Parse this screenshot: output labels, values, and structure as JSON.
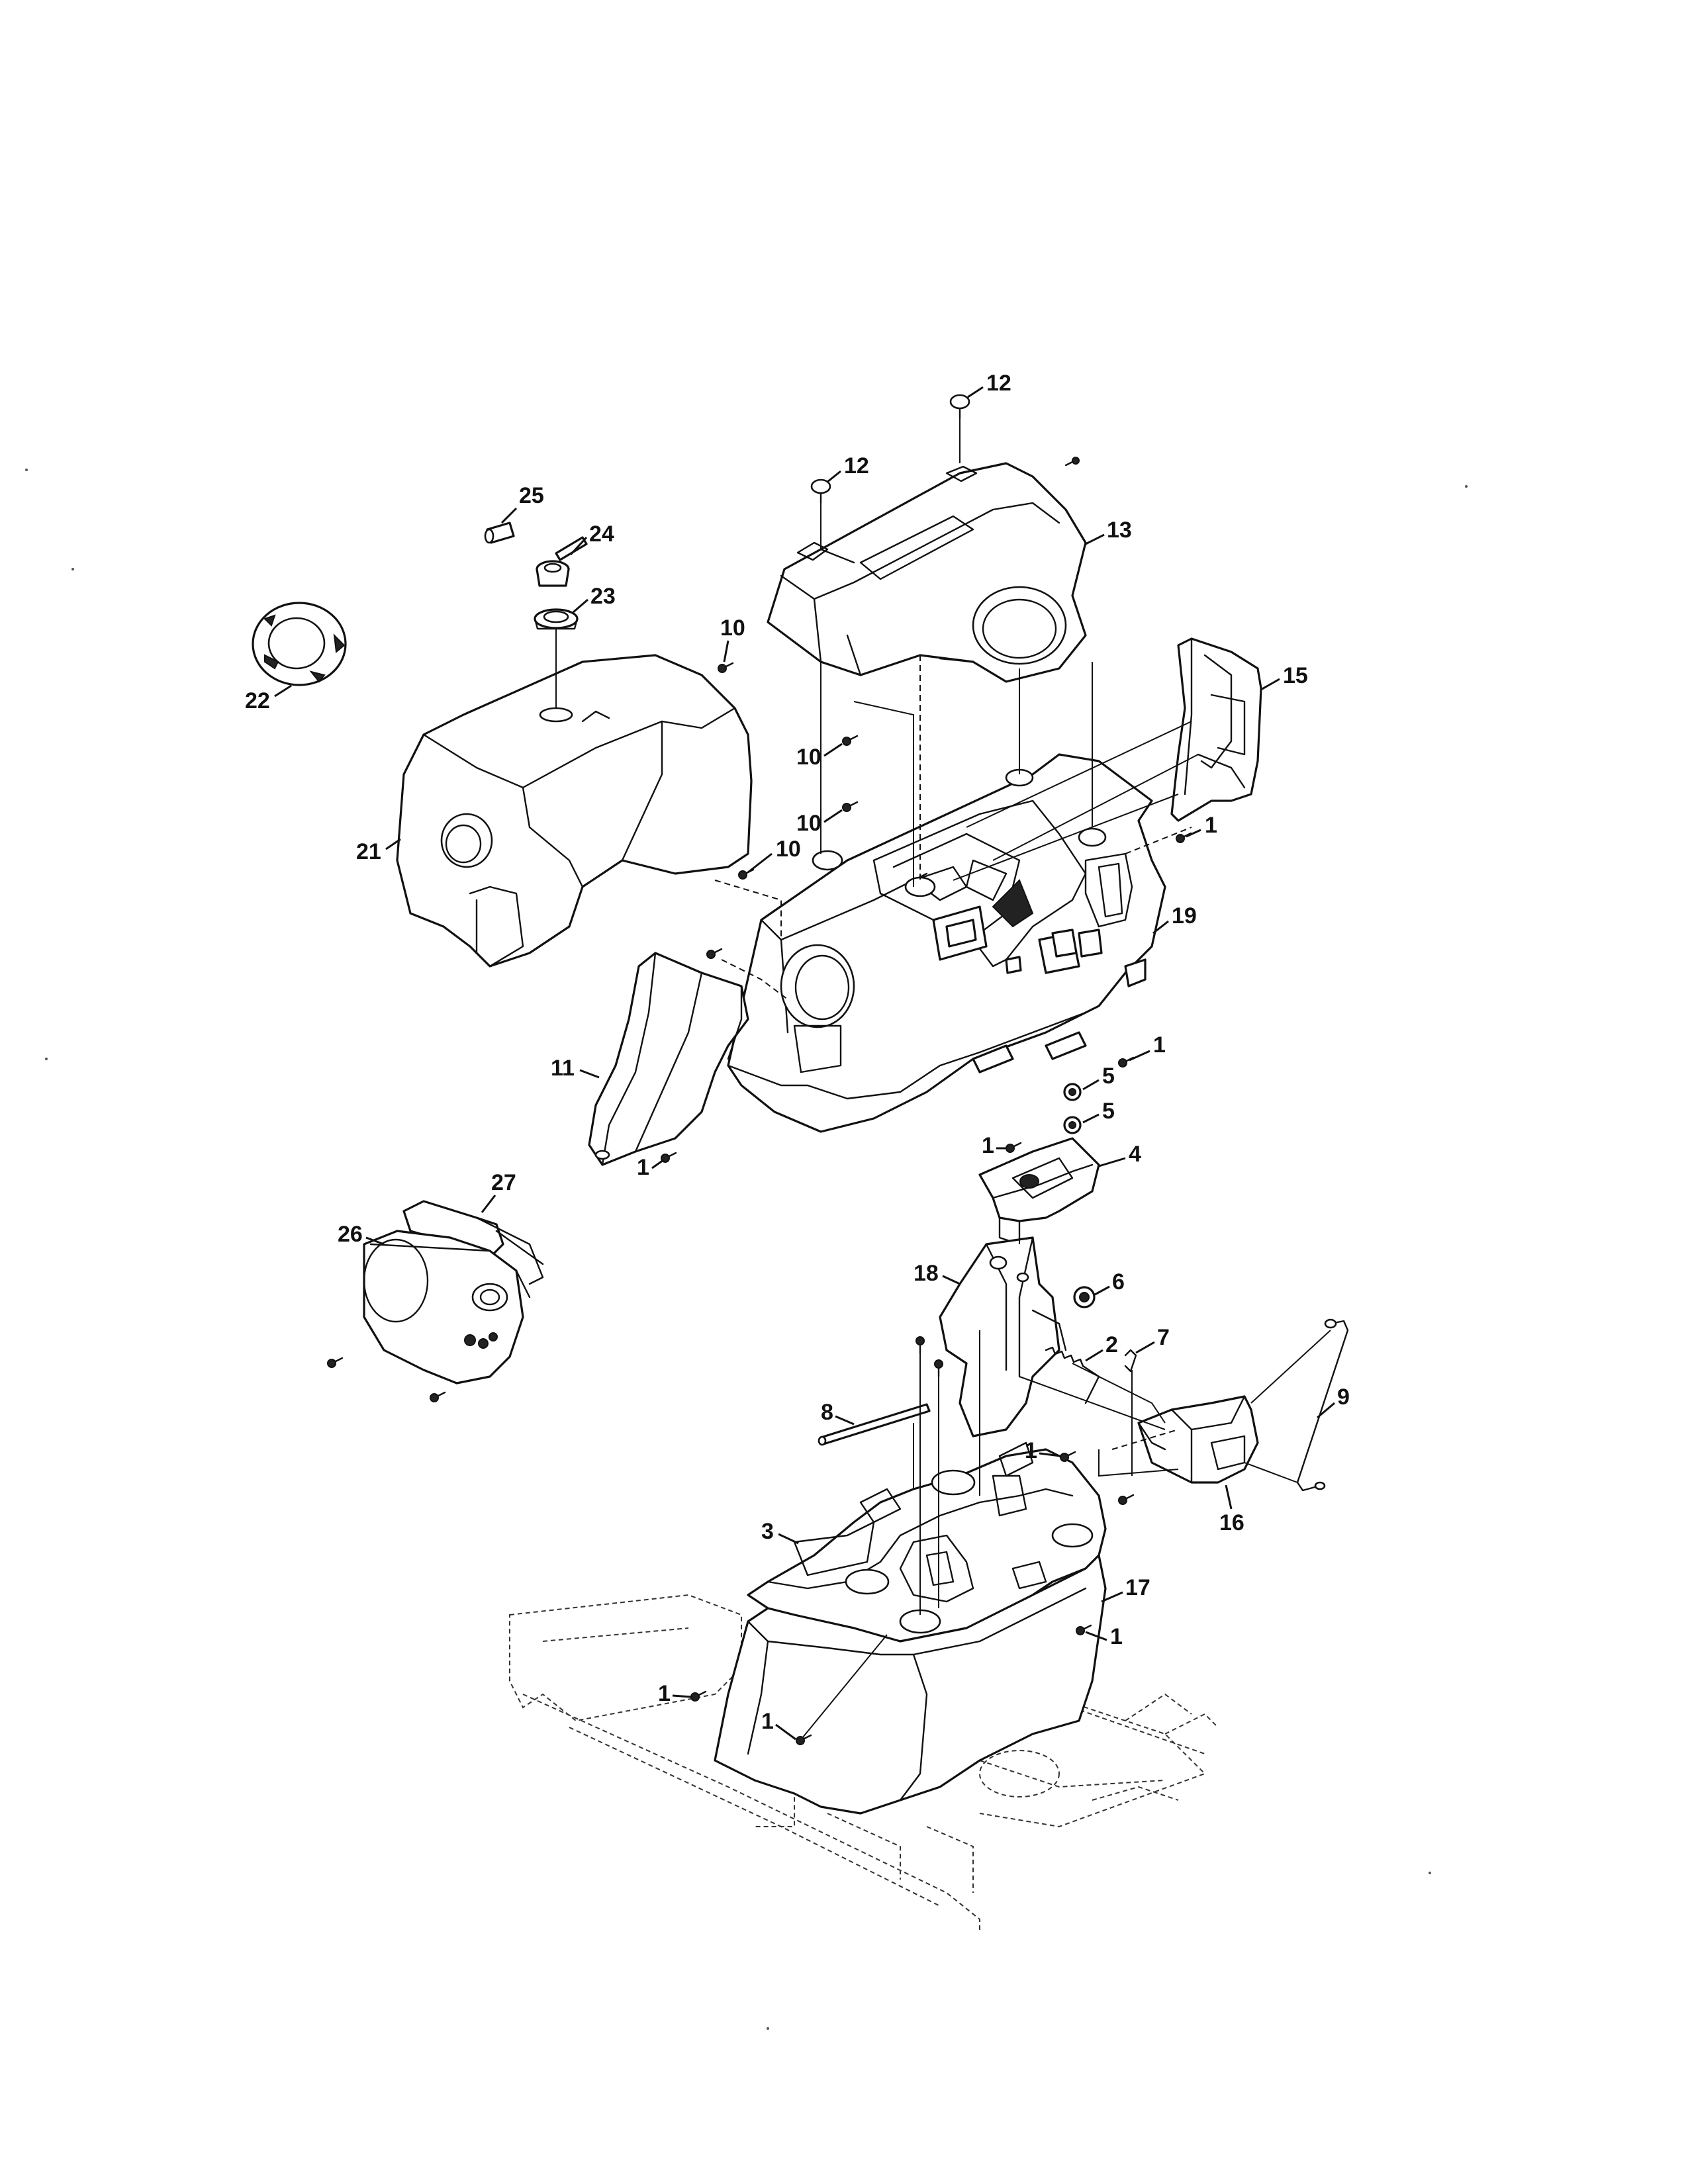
{
  "diagram": {
    "callouts": [
      {
        "id": "c12a",
        "text": "12"
      },
      {
        "id": "c12b",
        "text": "12"
      },
      {
        "id": "c13",
        "text": "13"
      },
      {
        "id": "c25",
        "text": "25"
      },
      {
        "id": "c24",
        "text": "24"
      },
      {
        "id": "c23",
        "text": "23"
      },
      {
        "id": "c22",
        "text": "22"
      },
      {
        "id": "c21",
        "text": "21"
      },
      {
        "id": "c10a",
        "text": "10"
      },
      {
        "id": "c10b",
        "text": "10"
      },
      {
        "id": "c10c",
        "text": "10"
      },
      {
        "id": "c10d",
        "text": "10"
      },
      {
        "id": "c15",
        "text": "15"
      },
      {
        "id": "c1a",
        "text": "1"
      },
      {
        "id": "c19",
        "text": "19"
      },
      {
        "id": "c11",
        "text": "11"
      },
      {
        "id": "c1b",
        "text": "1"
      },
      {
        "id": "c5a",
        "text": "5"
      },
      {
        "id": "c5b",
        "text": "5"
      },
      {
        "id": "c1c",
        "text": "1"
      },
      {
        "id": "c1d",
        "text": "1"
      },
      {
        "id": "c4",
        "text": "4"
      },
      {
        "id": "c27",
        "text": "27"
      },
      {
        "id": "c26",
        "text": "26"
      },
      {
        "id": "c18",
        "text": "18"
      },
      {
        "id": "c6",
        "text": "6"
      },
      {
        "id": "c7",
        "text": "7"
      },
      {
        "id": "c2",
        "text": "2"
      },
      {
        "id": "c9",
        "text": "9"
      },
      {
        "id": "c8",
        "text": "8"
      },
      {
        "id": "c1e",
        "text": "1"
      },
      {
        "id": "c16",
        "text": "16"
      },
      {
        "id": "c3",
        "text": "3"
      },
      {
        "id": "c17",
        "text": "17"
      },
      {
        "id": "c1f",
        "text": "1"
      },
      {
        "id": "c1g",
        "text": "1"
      },
      {
        "id": "c1h",
        "text": "1"
      }
    ]
  }
}
